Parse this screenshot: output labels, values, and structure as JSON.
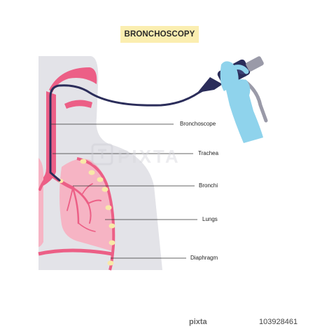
{
  "title": "BRONCHOSCOPY",
  "labels": {
    "bronchoscope": "Bronchoscope",
    "trachea": "Trachea",
    "bronchi": "Bronchi",
    "lungs": "Lungs",
    "diaphragm": "Diaphragm"
  },
  "watermark": "PIXTA",
  "footer": {
    "brand": "pixta",
    "stock_id": "103928461"
  },
  "colors": {
    "pink": "#ec5f86",
    "lung_pink": "#f6b4c4",
    "body_gray": "#e3e3e8",
    "glove_blue": "#8fd3ec",
    "scope_navy": "#2b2d5a",
    "nodule_yellow": "#f8e9a8",
    "title_bg": "#fbeeb0"
  }
}
